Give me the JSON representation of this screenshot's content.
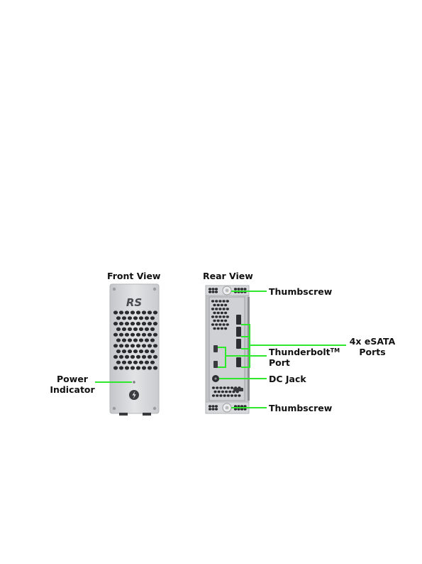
{
  "views": {
    "front_title": "Front View",
    "rear_title": "Rear View"
  },
  "labels": {
    "power_line1": "Power",
    "power_line2": "Indicator",
    "thumbscrew_top": "Thumbscrew",
    "esata_line1": "4x eSATA",
    "esata_line2": "Ports",
    "thunderbolt_name": "Thunderbolt",
    "thunderbolt_tm": "TM",
    "thunderbolt_line2": "Port",
    "dc_jack": "DC Jack",
    "thumbscrew_bottom": "Thumbscrew"
  },
  "device": {
    "logo_text": "RS"
  },
  "colors": {
    "callout": "#2ee82e",
    "chassis": "#d3d5d8",
    "vent_hole": "#2b2b2e"
  }
}
